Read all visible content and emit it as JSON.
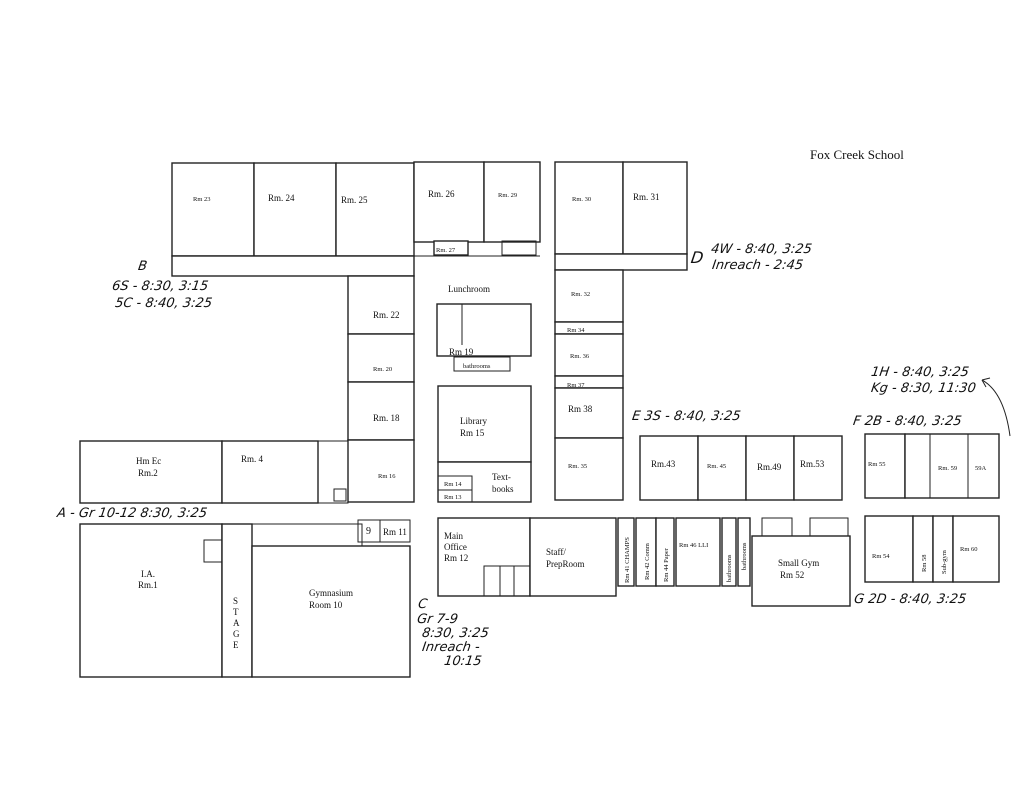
{
  "title": "Fox Creek School",
  "rooms": {
    "rm23": "Rm 23",
    "rm24": "Rm. 24",
    "rm25": "Rm. 25",
    "rm26": "Rm. 26",
    "rm29": "Rm. 29",
    "rm30": "Rm. 30",
    "rm31": "Rm. 31",
    "rm27": "Rm. 27",
    "lunchroom": "Lunchroom",
    "rm32": "Rm. 32",
    "rm22": "Rm. 22",
    "rm19": "Rm 19",
    "bathrooms": "bathrooms",
    "rm34": "Rm 34",
    "rm36": "Rm. 36",
    "rm20": "Rm. 20",
    "rm37": "Rm 37",
    "rm18": "Rm. 18",
    "rm38": "Rm 38",
    "library_1": "Library",
    "library_2": "Rm 15",
    "rm16": "Rm 16",
    "rm14": "Rm 14",
    "rm13": "Rm 13",
    "textbooks_1": "Text-",
    "textbooks_2": "books",
    "rm35": "Rm. 35",
    "rm43": "Rm.43",
    "rm45": "Rm. 45",
    "rm49": "Rm.49",
    "rm53": "Rm.53",
    "rm55": "Rm 55",
    "rm59": "Rm. 59",
    "rm59a": "59A",
    "hmec_1": "Hm Ec",
    "hmec_2": "Rm.2",
    "rm4": "Rm. 4",
    "ia_1": "I.A.",
    "ia_2": "Rm.1",
    "stage_1": "S",
    "stage_2": "T",
    "stage_3": "A",
    "stage_4": "G",
    "stage_5": "E",
    "gym_1": "Gymnasium",
    "gym_2": "Room 10",
    "rm9": "9",
    "rm11": "Rm 11",
    "office_1": "Main",
    "office_2": "Office",
    "office_3": "Rm 12",
    "staff_1": "Staff/",
    "staff_2": "PrepRoom",
    "rm41": "Rm 41 CHAMPS",
    "rm42": "Rm 42 Comm",
    "rm44": "Rm 44 Paper",
    "rm46": "Rm 46 LLI",
    "bath_a": "bathrooms",
    "bath_b": "bathrooms",
    "smallgym_1": "Small Gym",
    "smallgym_2": "Rm 52",
    "rm54": "Rm 54",
    "rm58": "Rm 58",
    "rm60": "Rm 60",
    "subgym": "Sub-gym"
  },
  "annotations": {
    "b_letter": "B",
    "b_line1": "6S - 8:30, 3:15",
    "b_line2": "5C - 8:40, 3:25",
    "d_letter": "D",
    "d_line1": "4W - 8:40, 3:25",
    "d_line2": "Inreach - 2:45",
    "h_line1": "1H - 8:40, 3:25",
    "h_line2": "Kg - 8:30, 11:30",
    "e_line": "E 3S - 8:40, 3:25",
    "f_line": "F 2B - 8:40, 3:25",
    "a_line": "A - Gr 10-12 8:30, 3:25",
    "c_letter": "C",
    "c_line1": "Gr 7-9",
    "c_line2": "8:30, 3:25",
    "c_line3": "Inreach -",
    "c_line4": "10:15",
    "g_line": "G 2D - 8:40, 3:25"
  },
  "colors": {
    "ink": "#111111",
    "paper": "#ffffff"
  }
}
